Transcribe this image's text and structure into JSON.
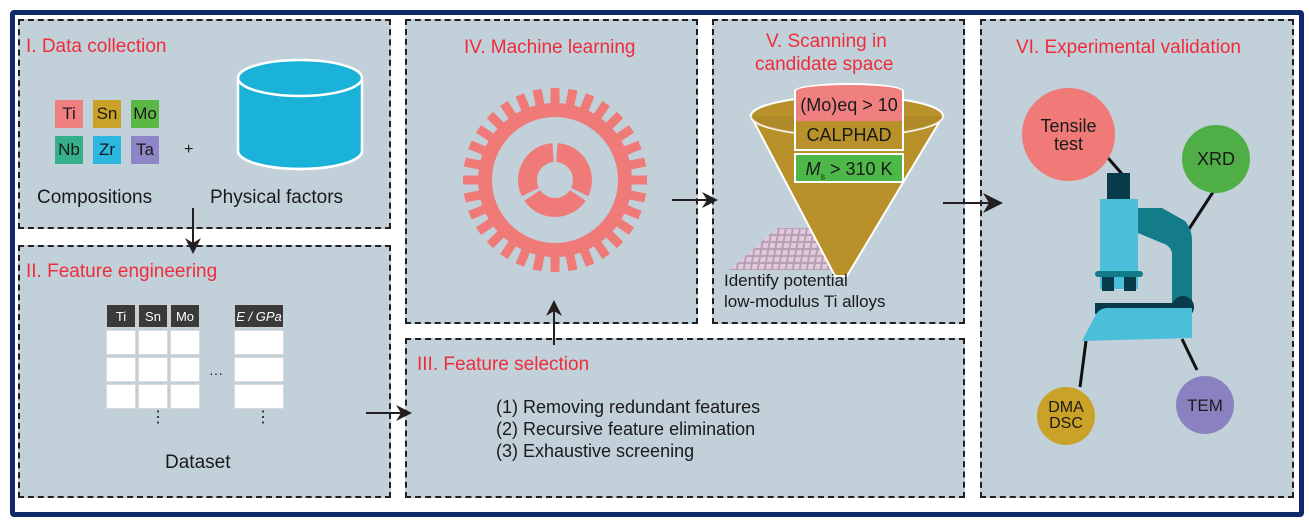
{
  "diagram": {
    "panels": {
      "data_collection": {
        "title": "I. Data collection",
        "elements": [
          {
            "symbol": "Ti",
            "color": "#f08080"
          },
          {
            "symbol": "Sn",
            "color": "#c9a227"
          },
          {
            "symbol": "Mo",
            "color": "#5bb845"
          },
          {
            "symbol": "Nb",
            "color": "#36b08a"
          },
          {
            "symbol": "Zr",
            "color": "#2bb7e0"
          },
          {
            "symbol": "Ta",
            "color": "#8f86c7"
          }
        ],
        "plus": "+",
        "compositions_label": "Compositions",
        "physical_factors_label": "Physical factors",
        "database_color": "#1ab2d8"
      },
      "feature_engineering": {
        "title": "II. Feature engineering",
        "table_headers": [
          "Ti",
          "Sn",
          "Mo",
          "E / GPa"
        ],
        "ellipsis": "···",
        "vertical_ellipsis": "⋮",
        "dataset_label": "Dataset"
      },
      "feature_selection": {
        "title": "III. Feature selection",
        "steps": [
          "(1) Removing redundant features",
          "(2) Recursive feature elimination",
          "(3) Exhaustive screening"
        ]
      },
      "machine_learning": {
        "title": "IV. Machine learning",
        "gear_color": "#ef7a78"
      },
      "scanning": {
        "title_line1": "V. Scanning in",
        "title_line2": "candidate space",
        "filters": [
          {
            "label": "(Mo)eq > 10",
            "color": "#f08080"
          },
          {
            "label": "CALPHAD",
            "color": "#b8912a"
          },
          {
            "label_main": "M",
            "label_sub": "s",
            "label_rest": " > 310 K",
            "color": "#4db848"
          }
        ],
        "funnel_color": "#b8912a",
        "result_line1": "Identify potential",
        "result_line2": "low-modulus Ti alloys"
      },
      "experimental_validation": {
        "title": "VI. Experimental validation",
        "methods": [
          {
            "label_line1": "Tensile",
            "label_line2": "test",
            "color": "#ef7a78"
          },
          {
            "label_line1": "XRD",
            "label_line2": "",
            "color": "#4fae45"
          },
          {
            "label_line1": "DMA",
            "label_line2": "DSC",
            "color": "#c9a227"
          },
          {
            "label_line1": "TEM",
            "label_line2": "",
            "color": "#8a82c0"
          }
        ],
        "microscope_colors": {
          "light": "#4bbfd9",
          "mid": "#137b8a",
          "dark": "#083c4a"
        }
      }
    },
    "colors": {
      "frame": "#0e2a6b",
      "panel_bg": "#c2d0da",
      "title": "#ee2d3a",
      "arrow": "#231f20"
    }
  }
}
